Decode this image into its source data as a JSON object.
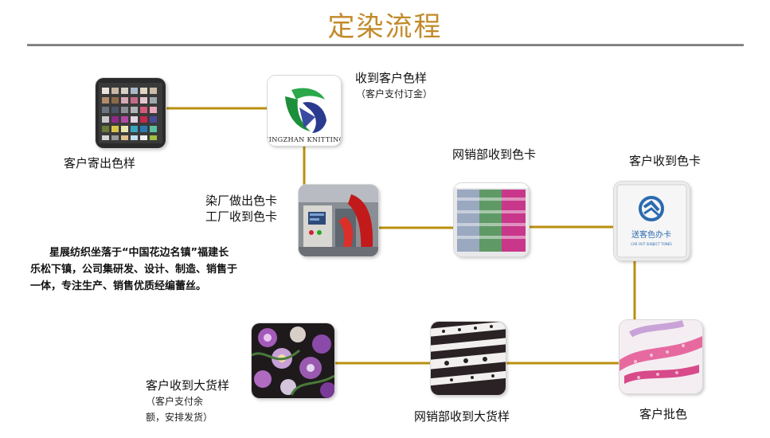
{
  "title": "定染流程",
  "logo_text": "XINGZHAN KNITTING",
  "colorcard_brand_text": "送客色办卡",
  "colorcard_brand_subtext": "CAR OUT SUBJECT TONES",
  "steps": [
    {
      "id": "customer-sends-sample",
      "label": "客户寄出色样"
    },
    {
      "id": "receive-customer-sample",
      "label": "收到客户色样",
      "note": "（客户支付订金）"
    },
    {
      "id": "dyehouse-makes-card",
      "label_line1": "染厂做出色卡",
      "label_line2": "工厂收到色卡"
    },
    {
      "id": "sales-receives-card",
      "label": "网销部收到色卡"
    },
    {
      "id": "customer-receives-card",
      "label": "客户收到色卡"
    },
    {
      "id": "customer-approves-color",
      "label": "客户批色"
    },
    {
      "id": "sales-receives-bulk",
      "label": "网销部收到大货样"
    },
    {
      "id": "customer-receives-bulk",
      "label": "客户收到大货样",
      "note_line1": "（客户支付余",
      "note_line2": "额，安排发货）"
    }
  ],
  "intro_text": "星展纺织坐落于“中国花边名镇”福建长乐松下镇，公司集研发、设计、制造、销售于一体，专注生产、销售优质经编蕾丝。",
  "colors": {
    "title": "#c28a2a",
    "connector": "#b8900f",
    "rule": "#7f7f7f"
  }
}
